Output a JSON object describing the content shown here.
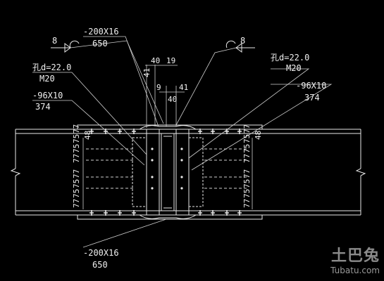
{
  "drawing": {
    "top_flange_plate_spec": "-200X16",
    "top_flange_plate_len": "650",
    "bottom_flange_plate_spec": "-200X16",
    "bottom_flange_plate_len": "650",
    "left_web_plate_spec": "-96X10",
    "left_web_plate_len": "374",
    "right_web_plate_spec": "-96X10",
    "right_web_plate_len": "374",
    "left_bolt_hole": "孔d=22.0",
    "left_bolt_grade": "M20",
    "right_bolt_hole": "孔d=22.0",
    "right_bolt_grade": "M20",
    "left_weld_size": "8",
    "right_weld_size": "8",
    "dim_40a": "40",
    "dim_19": "19",
    "dim_41a": "41",
    "dim_9": "9",
    "dim_41b": "41",
    "dim_40b": "40",
    "dim_48_left": "48",
    "dim_48_right": "48",
    "left_vertical_dims": [
      "77",
      "75",
      "75",
      "77"
    ],
    "right_vertical_dims": [
      "77",
      "75",
      "75",
      "77"
    ],
    "left_vertical_dims_top": [
      "77",
      "75",
      "75",
      "77"
    ],
    "right_vertical_dims_top": [
      "77",
      "75",
      "75",
      "77"
    ]
  },
  "watermark": {
    "chinese": "土巴兔",
    "domain": "Tubatu.com"
  },
  "colors": {
    "line_white": "#e8e8e8",
    "text_white": "#f0f0f0",
    "leader_gray": "#cfcfcf",
    "background": "#000000"
  }
}
